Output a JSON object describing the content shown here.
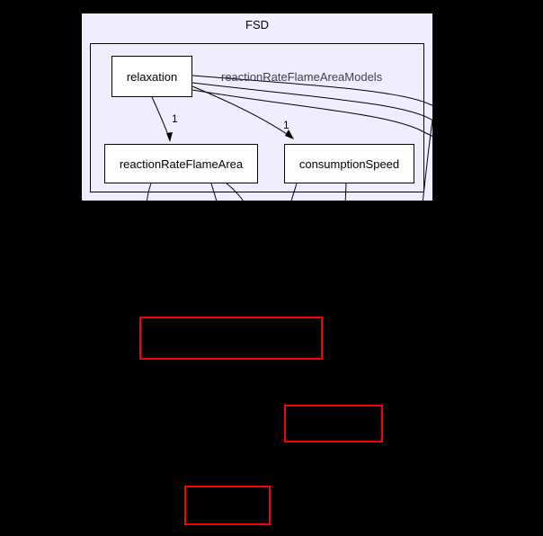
{
  "clusters": {
    "outer": {
      "label": "FSD"
    },
    "inner": {
      "label": "reactionRateFlameAreaModels"
    }
  },
  "nodes": {
    "relaxation": {
      "label": "relaxation"
    },
    "reactionRateFlameArea": {
      "label": "reactionRateFlameArea"
    },
    "consumptionSpeed": {
      "label": "consumptionSpeed"
    }
  },
  "edges": {
    "e1": {
      "from": "relaxation",
      "to": "reactionRateFlameArea",
      "label": "1"
    },
    "e2": {
      "from": "relaxation",
      "to": "consumptionSpeed",
      "label": "1"
    }
  },
  "external_nodes": {
    "count": "3"
  },
  "colors": {
    "background": "#000000",
    "cluster_fill": "#eeeeff",
    "node_fill": "#ffffff",
    "node_border": "#000000",
    "edge": "#000000",
    "external_node_border": "#ff0000"
  }
}
